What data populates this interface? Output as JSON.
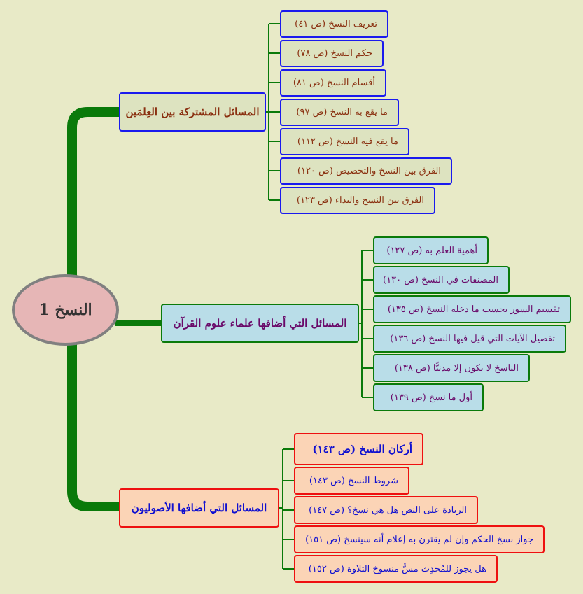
{
  "center": "النسخ 1",
  "branches": [
    {
      "label": "المسائل المشتركة بين العِلمَين",
      "items": [
        "تعريف النسخ (ص ٤١)",
        "حكم النسخ (ص ٧٨)",
        "أقسام النسخ (ص ٨١)",
        "ما يقع به النسخ (ص ٩٧)",
        "ما يقع فيه النسخ (ص ١١٢)",
        "الفرق بين النسخ والتخصيص (ص ١٢٠)",
        "الفرق بين النسخ والبداء (ص ١٢٣)"
      ]
    },
    {
      "label": "المسائل التي أضافها علماء علوم القرآن",
      "items": [
        "أهمية العلم به (ص ١٢٧)",
        "المصنفات في النسخ (ص ١٣٠)",
        "تقسيم السور بحسب ما دخله النسخ (ص ١٣٥)",
        "تفصيل الآيات التي قيل فيها النسخ (ص ١٣٦)",
        "الناسخ لا يكون إلا مدنيًّا (ص ١٣٨)",
        "أول ما نسخ (ص ١٣٩)"
      ]
    },
    {
      "label": "المسائل التي أضافها الأصوليون",
      "items": [
        "أركان النسخ (ص ١٤٣)",
        "شروط النسخ (ص ١٤٣)",
        "الزيادة على النص هل هي نسخ؟ (ص ١٤٧)",
        "جواز نسخ الحكم وإن لم يقترن به إعلام أنه سينسخ (ص ١٥١)",
        "هل يجوز للمُحدِث مسُّ منسوخ التلاوة (ص ١٥٢)"
      ]
    }
  ],
  "colors": {
    "background": "#e8eac7",
    "trunk": "#0a7a0a"
  }
}
